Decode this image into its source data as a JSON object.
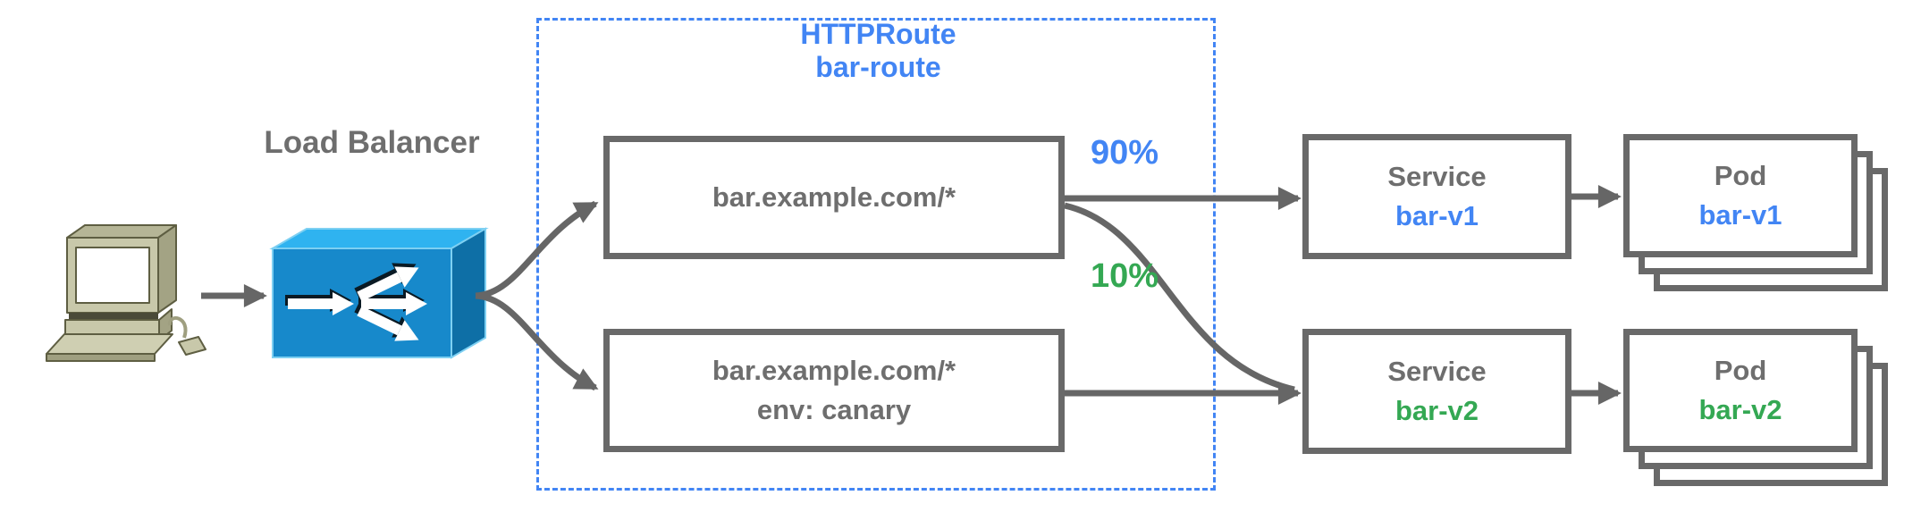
{
  "colors": {
    "accent_blue": "#4285F4",
    "accent_green": "#34A853",
    "text_gray": "#6E6E6E",
    "box_border_gray": "#696969",
    "arrow_gray": "#666666",
    "lb_front": "#1789CB",
    "lb_top": "#2FB3F0",
    "lb_side": "#0E6FA6",
    "computer_khaki": "#C8C8AA"
  },
  "client": {
    "icon": "desktop-computer-icon"
  },
  "load_balancer": {
    "label": "Load Balancer",
    "icon": "load-balancer-icon"
  },
  "httproute": {
    "kind": "HTTPRoute",
    "name": "bar-route",
    "rules": [
      {
        "match": "bar.example.com/*"
      },
      {
        "match": "bar.example.com/*",
        "header": "env: canary"
      }
    ]
  },
  "weights": {
    "primary": "90%",
    "canary": "10%"
  },
  "services": [
    {
      "kind": "Service",
      "name": "bar-v1"
    },
    {
      "kind": "Service",
      "name": "bar-v2"
    }
  ],
  "pods": [
    {
      "kind": "Pod",
      "name": "bar-v1"
    },
    {
      "kind": "Pod",
      "name": "bar-v2"
    }
  ]
}
